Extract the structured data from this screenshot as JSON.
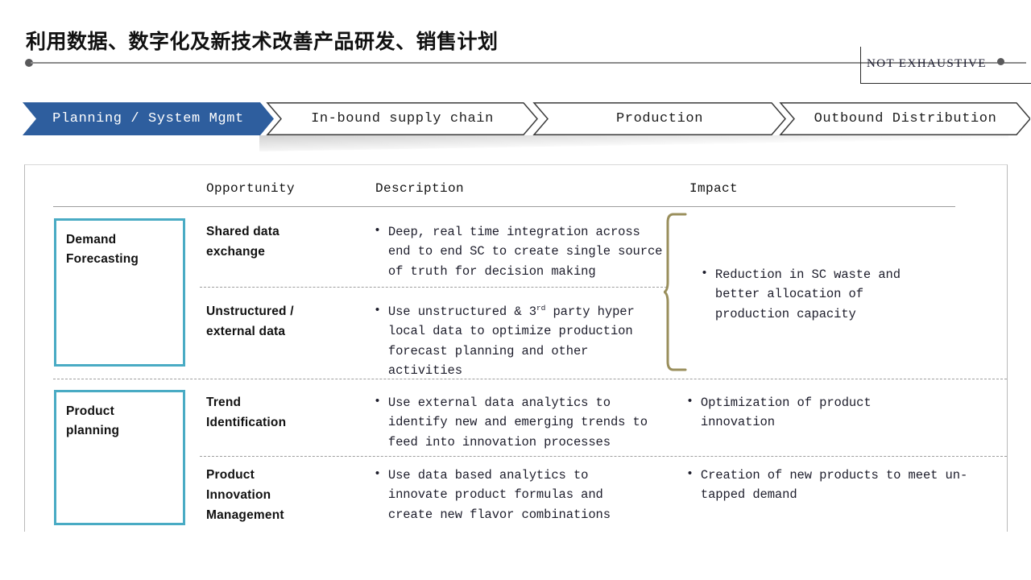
{
  "slide": {
    "title": "利用数据、数字化及新技术改善产品研发、销售计划",
    "callout_label": "NOT  EXHAUSTIVE"
  },
  "colors": {
    "active_tab": "#2e5e9e",
    "category_box_border": "#49abc4",
    "brace": "#9a8f5c",
    "rule": "#8c8c8c"
  },
  "tabs": [
    {
      "label": "Planning / System Mgmt",
      "active": true
    },
    {
      "label": "In-bound supply chain",
      "active": false
    },
    {
      "label": "Production",
      "active": false
    },
    {
      "label": "Outbound  Distribution",
      "active": false
    }
  ],
  "table": {
    "headers": {
      "opportunity": "Opportunity",
      "description": "Description",
      "impact": "Impact"
    },
    "sections": [
      {
        "category": {
          "line1": "Demand",
          "line2": "Forecasting"
        },
        "rows": [
          {
            "opportunity": {
              "line1": "Shared data",
              "line2": "exchange"
            },
            "description": "Deep, real time integration across end to end SC to create single source of truth for decision making"
          },
          {
            "opportunity": {
              "line1": "Unstructured /",
              "line2": "external data"
            },
            "description_pre": "Use unstructured & 3",
            "description_sup": "rd",
            "description_post": " party hyper local data to optimize production forecast planning and other activities"
          }
        ],
        "impact": "Reduction in SC waste and better allocation of production capacity",
        "impact_braced": true
      },
      {
        "category": {
          "line1": "Product",
          "line2": "planning"
        },
        "rows": [
          {
            "opportunity": {
              "line1": "Trend",
              "line2": "Identification"
            },
            "description": "Use external data analytics to identify new and emerging trends to feed into innovation processes",
            "impact": "Optimization of product innovation"
          },
          {
            "opportunity": {
              "line1": "Product",
              "line2": "Innovation",
              "line3": "Management"
            },
            "description": "Use data based analytics to innovate product formulas and create new flavor combinations",
            "impact": "Creation of new products to meet un-tapped demand"
          }
        ],
        "impact_braced": false
      }
    ]
  },
  "bullet_glyph": "•"
}
